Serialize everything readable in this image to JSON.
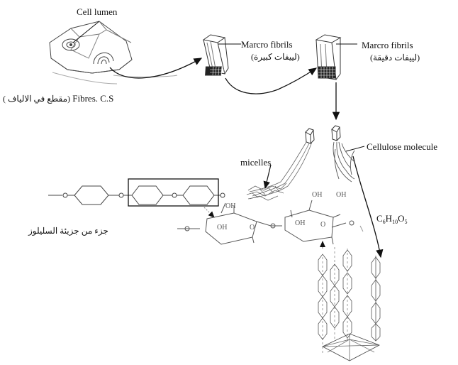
{
  "labels": {
    "cell_lumen": "Cell lumen",
    "fibres_cs": "Fibres. C.S",
    "fibres_cs_ar": "(مقطع في الالياف )",
    "macro_fibrils_1": "Marcro fibrils",
    "macro_fibrils_1_ar": "(لييفات كبيرة)",
    "macro_fibrils_2": "Marcro fibrils",
    "macro_fibrils_2_ar": "(لييفات دقيقة)",
    "cellulose_molecule": "Cellulose molecule",
    "micelles": "micelles",
    "formula": {
      "c": "C",
      "c_sub": "6",
      "h": "H",
      "h_sub": "10",
      "o": "O",
      "o_sub": "5"
    },
    "part_of_cellulose_ar": "جزء من جزيئة السليلوز"
  },
  "ring_atom_labels": [
    "OH",
    "OH",
    "OH",
    "OH",
    "OH",
    "O",
    "O"
  ],
  "colors": {
    "ink": "#111111",
    "pencil": "#555555",
    "faint": "#999999"
  }
}
